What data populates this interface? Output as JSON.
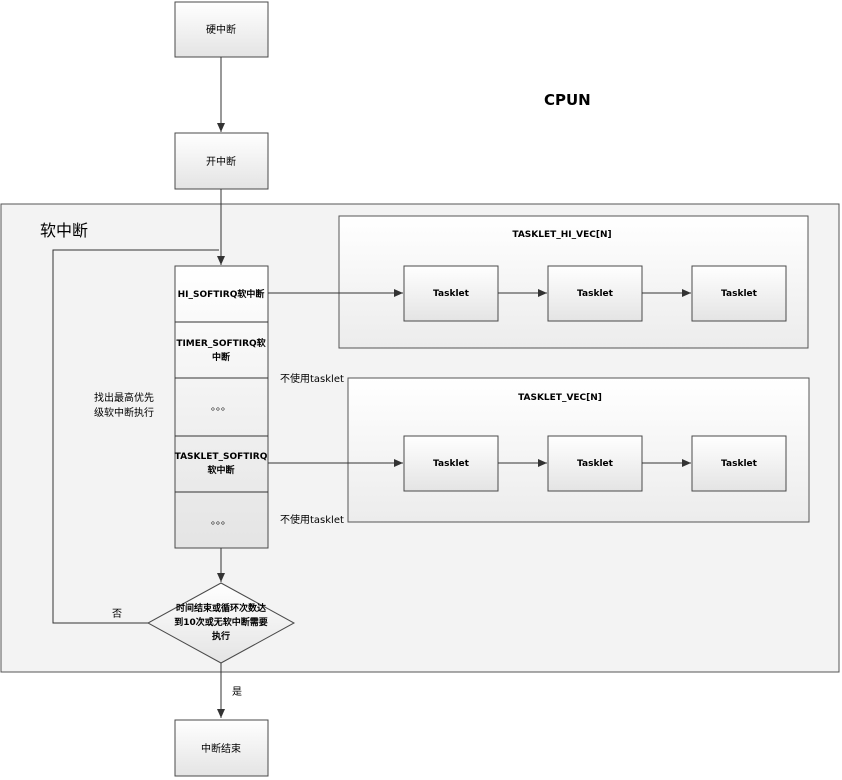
{
  "nodes": {
    "hard_irq": "硬中断",
    "enable_irq": "开中断",
    "end_irq": "中断结束"
  },
  "cpu_label": "CPUN",
  "softirq_section": {
    "title": "软中断",
    "find_highest_line1": "找出最高优先",
    "find_highest_line2": "级软中断执行",
    "softirq_items": [
      {
        "line1": "HI_SOFTIRQ软中断",
        "line2": ""
      },
      {
        "line1": "TIMER_SOFTIRQ软",
        "line2": "中断"
      },
      {
        "line1": "。。。",
        "line2": ""
      },
      {
        "line1": "TASKLET_SOFTIRQ",
        "line2": "软中断"
      },
      {
        "line1": "。。。",
        "line2": ""
      }
    ],
    "unused_tasklet_1": "不使用tasklet",
    "unused_tasklet_2": "不使用tasklet",
    "decision": {
      "line1": "时间结束或循环次数达",
      "line2": "到10次或无软中断需要",
      "line3": "执行"
    },
    "no_label": "否",
    "yes_label": "是"
  },
  "tasklet_panels": [
    {
      "title": "TASKLET_HI_VEC[N]",
      "tasklets": [
        "Tasklet",
        "Tasklet",
        "Tasklet"
      ]
    },
    {
      "title": "TASKLET_VEC[N]",
      "tasklets": [
        "Tasklet",
        "Tasklet",
        "Tasklet"
      ]
    }
  ]
}
